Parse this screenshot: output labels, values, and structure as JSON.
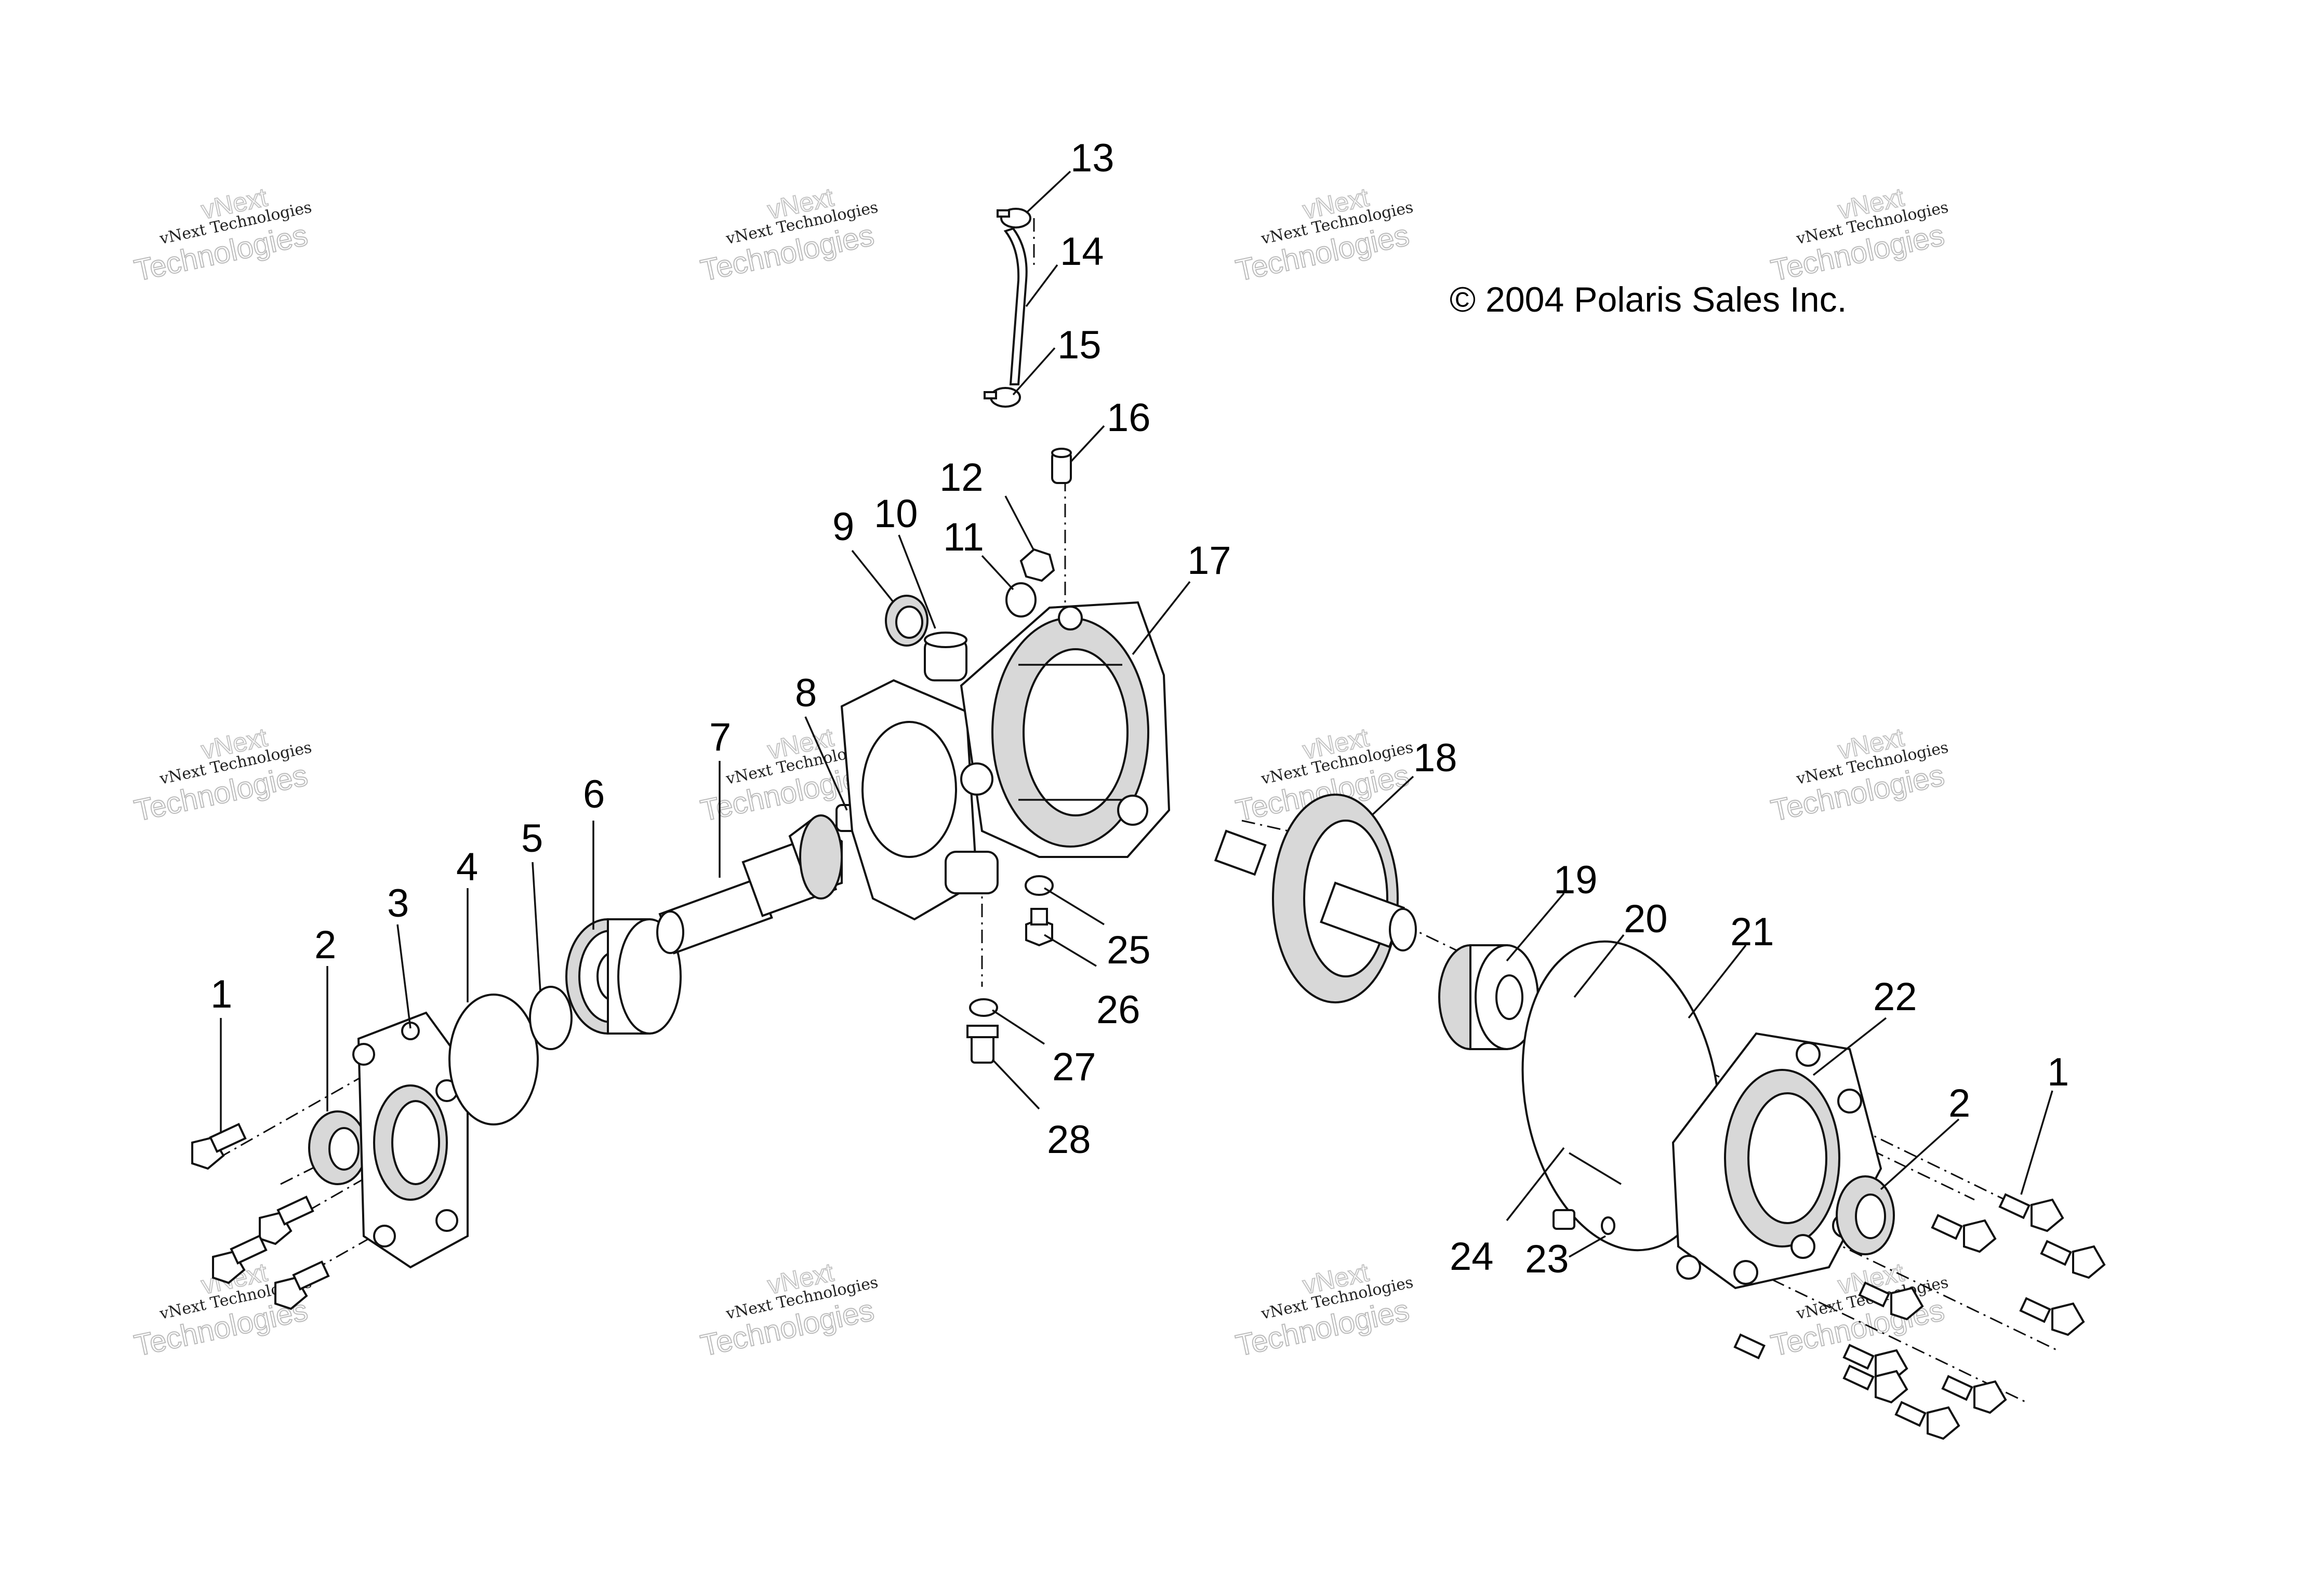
{
  "copyright": "© 2004 Polaris Sales Inc.",
  "watermark": {
    "line1": "vNext Technologies",
    "line2": "Technologies",
    "line0": "vNext"
  },
  "callouts": {
    "c1": "1",
    "c2": "2",
    "c3": "3",
    "c4": "4",
    "c5": "5",
    "c6": "6",
    "c7": "7",
    "c8": "8",
    "c9": "9",
    "c10": "10",
    "c11": "11",
    "c12": "12",
    "c13": "13",
    "c14": "14",
    "c15": "15",
    "c16": "16",
    "c17": "17",
    "c18": "18",
    "c19": "19",
    "c20": "20",
    "c21": "21",
    "c22": "22",
    "c23": "23",
    "c24": "24",
    "c25": "25",
    "c26": "26",
    "c27": "27",
    "c28": "28"
  }
}
